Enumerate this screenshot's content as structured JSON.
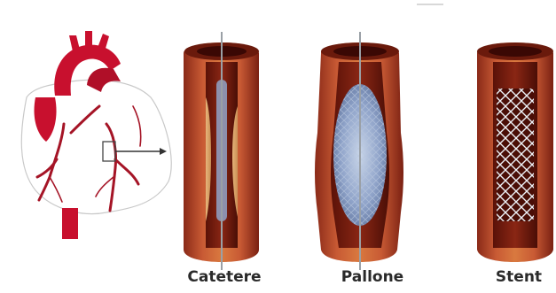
{
  "labels": {
    "catheter": "Catetere",
    "balloon": "Pallone",
    "stent": "Stent"
  },
  "colors": {
    "artery_outer": "#b8472a",
    "artery_inner": "#7a1c10",
    "artery_lining": "#d9a070",
    "heart_red": "#c8102e",
    "guide_wire": "#9aa0a6",
    "balloon": "#8fa3c9",
    "stent_mesh": "#e8eef5"
  },
  "icons": [
    "heart-illustration",
    "arrow-right-icon",
    "catheter-artery",
    "balloon-artery",
    "stent-artery"
  ]
}
